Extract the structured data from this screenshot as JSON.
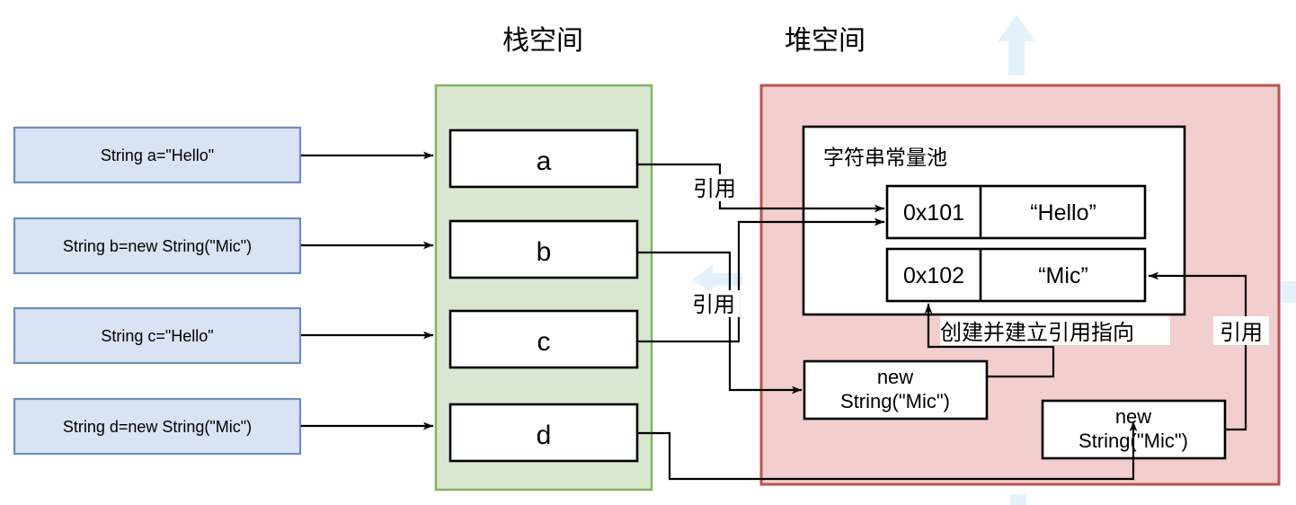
{
  "regions": {
    "stack": {
      "title": "栈空间",
      "fill": "#d9e7d0",
      "stroke": "#82b366"
    },
    "heap": {
      "title": "堆空间",
      "fill": "#f2cece",
      "stroke": "#b85450"
    }
  },
  "code_boxes": {
    "fill": "#dae3f3",
    "stroke": "#6c8ebf",
    "items": [
      {
        "text": "String  a=\"Hello\""
      },
      {
        "text": "String  b=new String(\"Mic\")"
      },
      {
        "text": "String  c=\"Hello\""
      },
      {
        "text": "String  d=new String(\"Mic\")"
      }
    ]
  },
  "stack_slots": [
    {
      "name": "a"
    },
    {
      "name": "b"
    },
    {
      "name": "c"
    },
    {
      "name": "d"
    }
  ],
  "string_pool": {
    "title": "字符串常量池",
    "rows": [
      {
        "address": "0x101",
        "value": "“Hello”"
      },
      {
        "address": "0x102",
        "value": "“Mic”"
      }
    ]
  },
  "heap_objects": [
    {
      "line1": "new",
      "line2": "String(\"Mic\")"
    },
    {
      "line1": "new",
      "line2": "String(\"Mic\")"
    }
  ],
  "annotations": {
    "ref_a": "引用",
    "ref_c": "引用",
    "ref_right": "引用",
    "create_and_link": "创建并建立引用指向"
  },
  "watermark_color": "#e3f2fa"
}
